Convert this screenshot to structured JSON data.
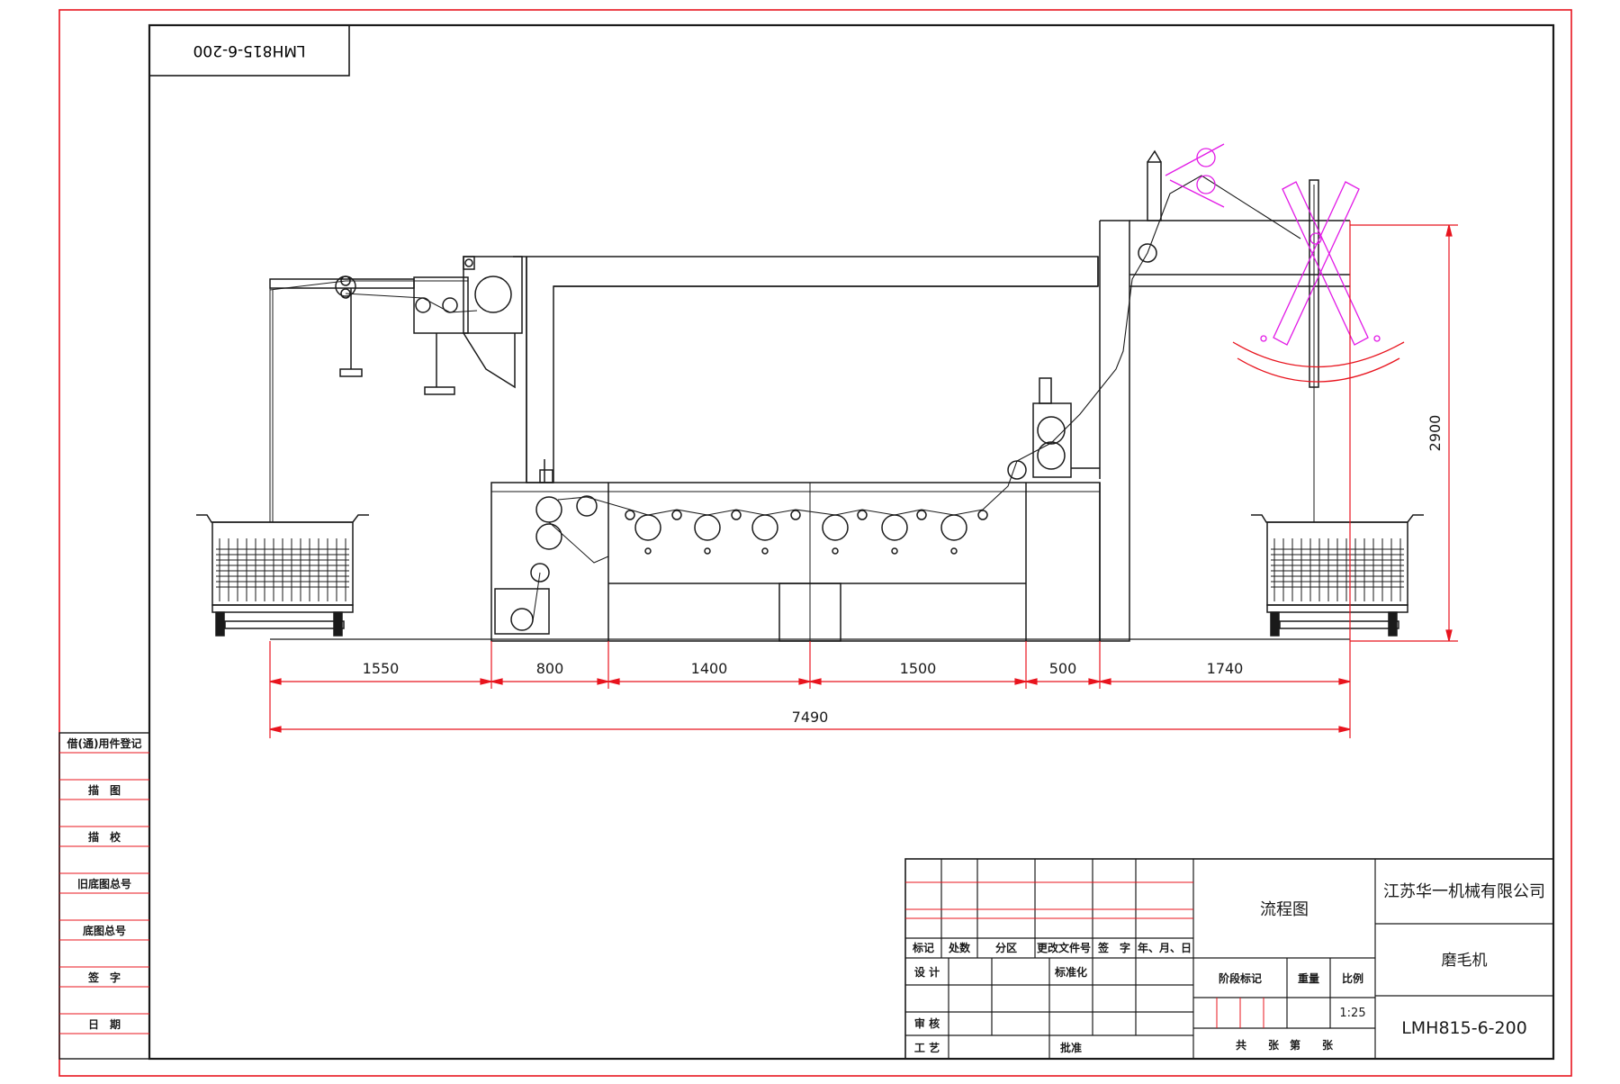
{
  "drawing_number_top": "LMH815-6-200",
  "dimensions": {
    "d1550": "1550",
    "d800": "800",
    "d1400": "1400",
    "d1500": "1500",
    "d500": "500",
    "d1740": "1740",
    "total": "7490",
    "height": "2900"
  },
  "left_table": [
    "借(通)用件登记",
    "描　图",
    "描　校",
    "旧底图总号",
    "底图总号",
    "签　字",
    "日　期"
  ],
  "title_block": {
    "company": "江苏华一机械有限公司",
    "drawing_title": "流程图",
    "product_name": "磨毛机",
    "drawing_number": "LMH815-6-200",
    "scale": "1:25",
    "labels": {
      "mark": "标记",
      "count": "处数",
      "zone": "分区",
      "change_doc": "更改文件号",
      "sign": "签　字",
      "date": "年、月、日",
      "design": "设 计",
      "standard": "标准化",
      "review": "审 核",
      "process": "工 艺",
      "approve": "批准",
      "stage": "阶段标记",
      "weight": "重量",
      "ratio": "比例",
      "sheets": "共　　张　第　　张"
    }
  },
  "colors": {
    "ink": "#1a1a1a",
    "dimension": "#e8141e",
    "magenta": "#e21ae6",
    "frame": "#e8141e"
  }
}
